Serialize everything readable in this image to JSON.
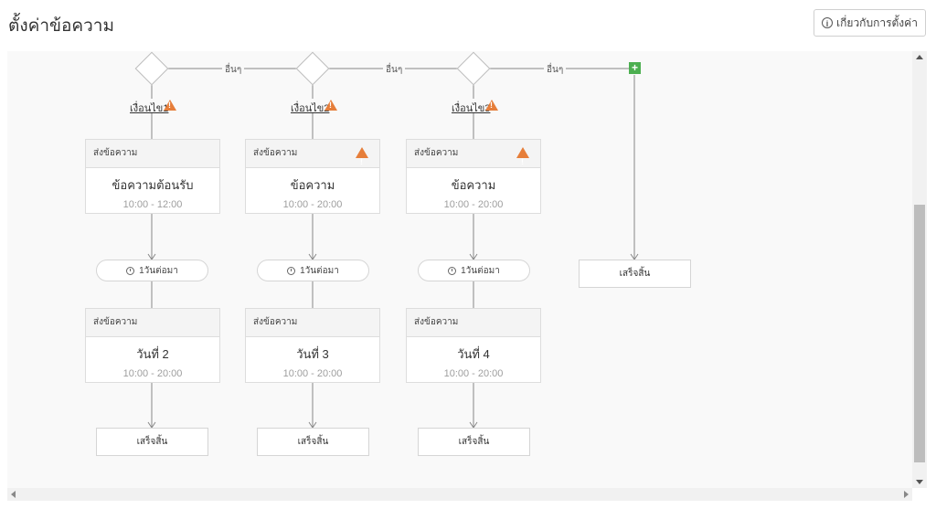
{
  "header": {
    "title": "ตั้งค่าข้อความ",
    "about_label": "เกี่ยวกับการตั้งค่า"
  },
  "flow": {
    "else_label": "อื่นๆ",
    "plus_label": "+",
    "branches": [
      {
        "condition": "เงื่อนไข1",
        "message1": {
          "head": "ส่งข้อความ",
          "title": "ข้อความต้อนรับ",
          "time": "10:00 - 12:00"
        },
        "wait": "1วันต่อมา",
        "message2": {
          "head": "ส่งข้อความ",
          "title": "วันที่ 2",
          "time": "10:00 - 20:00"
        },
        "end": "เสร็จสิ้น"
      },
      {
        "condition": "เงื่อนไข2",
        "message1": {
          "head": "ส่งข้อความ",
          "title": "ข้อความ",
          "time": "10:00 - 20:00"
        },
        "wait": "1วันต่อมา",
        "message2": {
          "head": "ส่งข้อความ",
          "title": "วันที่ 3",
          "time": "10:00 - 20:00"
        },
        "end": "เสร็จสิ้น"
      },
      {
        "condition": "เงื่อนไข3",
        "message1": {
          "head": "ส่งข้อความ",
          "title": "ข้อความ",
          "time": "10:00 - 20:00"
        },
        "wait": "1วันต่อมา",
        "message2": {
          "head": "ส่งข้อความ",
          "title": "วันที่ 4",
          "time": "10:00 - 20:00"
        },
        "end": "เสร็จสิ้น"
      }
    ],
    "final_end": "เสร็จสิ้น"
  },
  "colors": {
    "warning": "#e67e3a",
    "add": "#4caf50"
  }
}
